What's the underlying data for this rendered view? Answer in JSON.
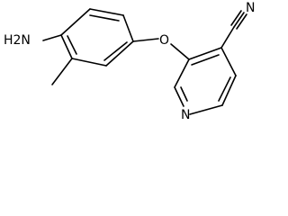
{
  "molecule": {
    "atoms": {
      "amine": "H2N",
      "ether_oxygen": "O",
      "pyridine_nitrogen": "N",
      "nitrile_nitrogen": "N"
    }
  }
}
